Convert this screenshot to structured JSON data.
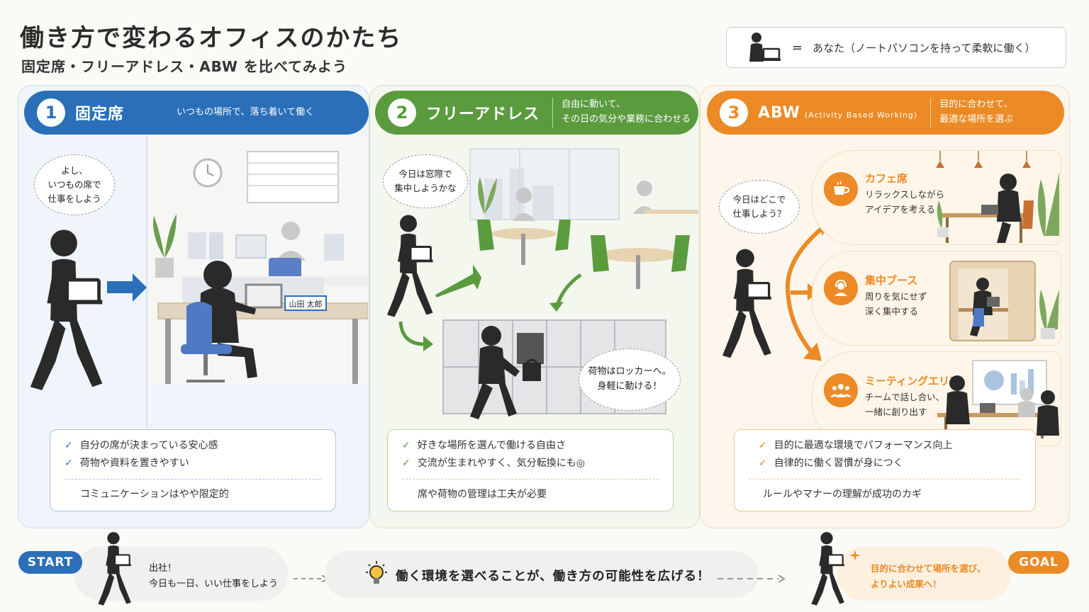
{
  "title": "働き方で変わるオフィスのかたち",
  "subtitle": "固定席・フリーアドレス・ABW を比べてみよう",
  "legend": {
    "equals": "=",
    "text": "あなた（ノートパソコンを持って柔軟に働く）",
    "icon": "person-with-laptop-icon"
  },
  "sections": [
    {
      "number": "1",
      "name": "固定席",
      "subname": "",
      "desc": "いつもの場所で、落ち着いて働く",
      "color": "#2a6fb8",
      "bubble": "よし、\nいつもの席で\n仕事をしよう",
      "nameplate": "山田 太郎",
      "pros": [
        "自分の席が決まっている安心感",
        "荷物や資料を置きやすい"
      ],
      "con": "コミュニケーションはやや限定的"
    },
    {
      "number": "2",
      "name": "フリーアドレス",
      "subname": "",
      "desc": "自由に動いて、\nその日の気分や業務に合わせる",
      "color": "#5a9b3e",
      "bubble": "今日は窓際で\n集中しようかな",
      "bubble2": "荷物はロッカーへ。\n身軽に動ける！",
      "pros": [
        "好きな場所を選んで働ける自由さ",
        "交流が生まれやすく、気分転換にも◎"
      ],
      "con": "席や荷物の管理は工夫が必要"
    },
    {
      "number": "3",
      "name": "ABW",
      "subname": "(Activity Based Working)",
      "desc": "目的に合わせて、\n最適な場所を選ぶ",
      "color": "#ec8a25",
      "bubble": "今日はどこで\n仕事しよう？",
      "areas": [
        {
          "title": "カフェ席",
          "desc": "リラックスしながら\nアイデアを考える",
          "icon": "coffee-cup-icon"
        },
        {
          "title": "集中ブース",
          "desc": "周りを気にせず\n深く集中する",
          "icon": "headset-person-icon"
        },
        {
          "title": "ミーティングエリア",
          "desc": "チームで話し合い、\n一緒に創り出す",
          "icon": "team-group-icon"
        }
      ],
      "pros": [
        "目的に最適な環境でパフォーマンス向上",
        "自律的に働く習慣が身につく"
      ],
      "con": "ルールやマナーの理解が成功のカギ"
    }
  ],
  "footer": {
    "start_label": "START",
    "start_text": "出社！\n今日も一日、いい仕事をしよう",
    "message": "働く環境を選べることが、働き方の可能性を広げる！",
    "message_icon": "lightbulb-icon",
    "goal_label": "GOAL",
    "goal_text": "目的に合わせて場所を選び、\nよりよい成果へ！"
  },
  "check_mark": "✓"
}
